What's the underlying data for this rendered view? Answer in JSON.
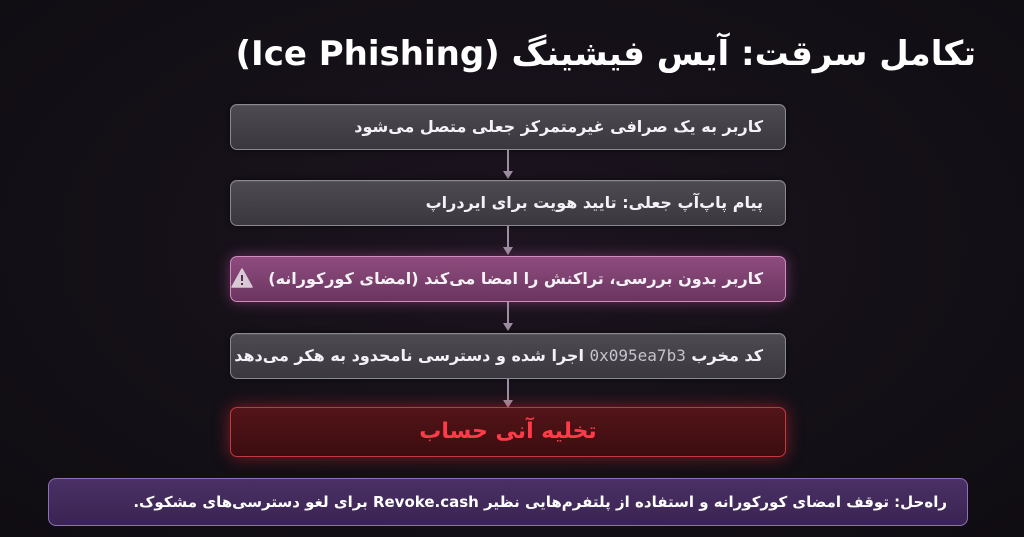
{
  "title": "تکامل سرقت: آیس فیشینگ (Ice Phishing)",
  "steps": [
    {
      "text": "کاربر به یک صرافی غیرمتمرکز جعلی متصل می‌شود"
    },
    {
      "text": "پیام پاپ‌آپ جعلی: تایید هویت برای ایردراپ"
    },
    {
      "text": "کاربر بدون بررسی، تراکنش را امضا می‌کند (امضای کورکورانه)",
      "icon": "warning-triangle-icon"
    },
    {
      "text_before": "کد مخرب",
      "code": "0x095ea7b3",
      "text_after": "اجرا شده و دسترسی نامحدود به هکر می‌دهد"
    },
    {
      "text": "تخلیه آنی حساب"
    }
  ],
  "solution": "راه‌حل: توقف امضای کورکورانه و استفاده از پلتفرم‌هایی نظیر Revoke.cash برای لغو دسترسی‌های مشکوک.",
  "colors": {
    "background": "#141017",
    "step": "#45424a",
    "warning_step": "#7e4170",
    "danger_step": "#4a1114",
    "danger_text": "#ff3b47",
    "solution": "#432b5c"
  }
}
